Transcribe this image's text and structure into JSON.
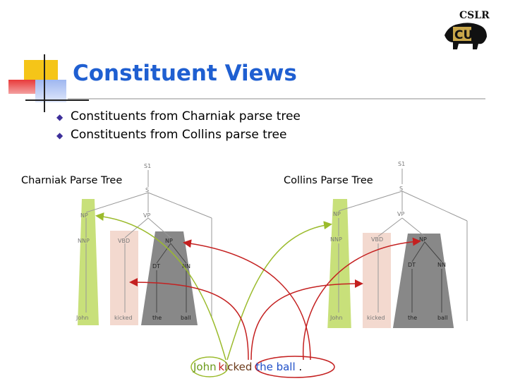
{
  "slide": {
    "title": "Constituent Views",
    "bullets": [
      "Constituents from Charniak parse tree",
      "Constituents from Collins parse tree"
    ],
    "logo_text": "CSLR",
    "logo_mark": "CU",
    "charniak_label": "Charniak Parse Tree",
    "collins_label": "Collins Parse Tree",
    "tree_labels": {
      "s1": "S1",
      "s": "S",
      "np": "NP",
      "vp": "VP",
      "nnp": "NNP",
      "vbd": "VBD",
      "np2": "NP",
      "dt": "DT",
      "nn": "NN",
      "w1": "John",
      "w2": "kicked",
      "w3": "the",
      "w4": "ball"
    },
    "sentence": {
      "john": "John",
      "k": "k",
      "icked": "icked",
      "the_ball": "the ball",
      "period": "."
    },
    "colors": {
      "title": "#1f5fd1",
      "green": "#9bbb2c",
      "red": "#c42020",
      "pink": "#f3d9cf",
      "lime": "#c8e07a",
      "gray": "#777777"
    }
  }
}
